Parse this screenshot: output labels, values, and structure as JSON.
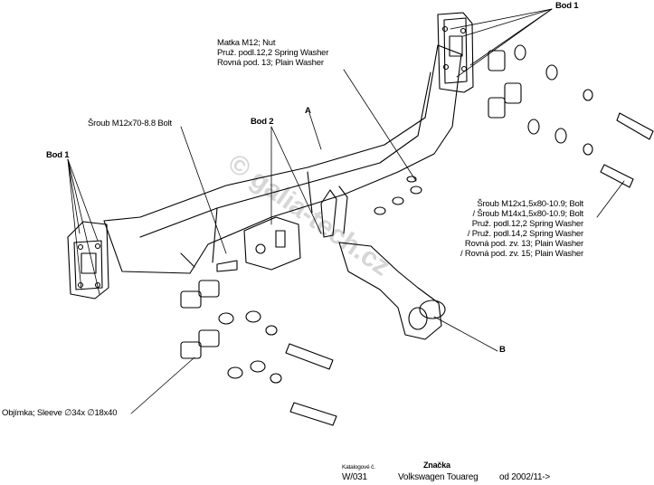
{
  "labels": {
    "bod1_top": "Bod 1",
    "bod1_left": "Bod 1",
    "bod2": "Bod 2",
    "a": "A",
    "b": "B",
    "nut": [
      "Matka M12; Nut",
      "Pruž. podl.12,2 Spring Washer",
      "Rovná pod. 13; Plain Washer"
    ],
    "bolt_left": "Šroub M12x70-8.8 Bolt",
    "bolt_right": [
      "Šroub M12x1,5x80-10.9; Bolt",
      "/ Šroub M14x1,5x80-10.9; Bolt",
      "Pruž. podl.12,2 Spring Washer",
      "/ Pruž. podl.14,2 Spring Washer",
      "Rovná pod. zv. 13; Plain Washer",
      "/ Rovná pod. zv. 15; Plain Washer"
    ],
    "sleeve": "Objímka; Sleeve  ∅34x ∅18x40"
  },
  "watermark": "© galia-tech.cz",
  "footer": {
    "catalog_label": "Katalogové č.",
    "catalog_no": "W/031",
    "brand_label": "Značka",
    "brand": "Volkswagen Touareg",
    "date": "od 2002/11->"
  },
  "colors": {
    "line": "#000000",
    "watermark": "#cfcfcf"
  }
}
